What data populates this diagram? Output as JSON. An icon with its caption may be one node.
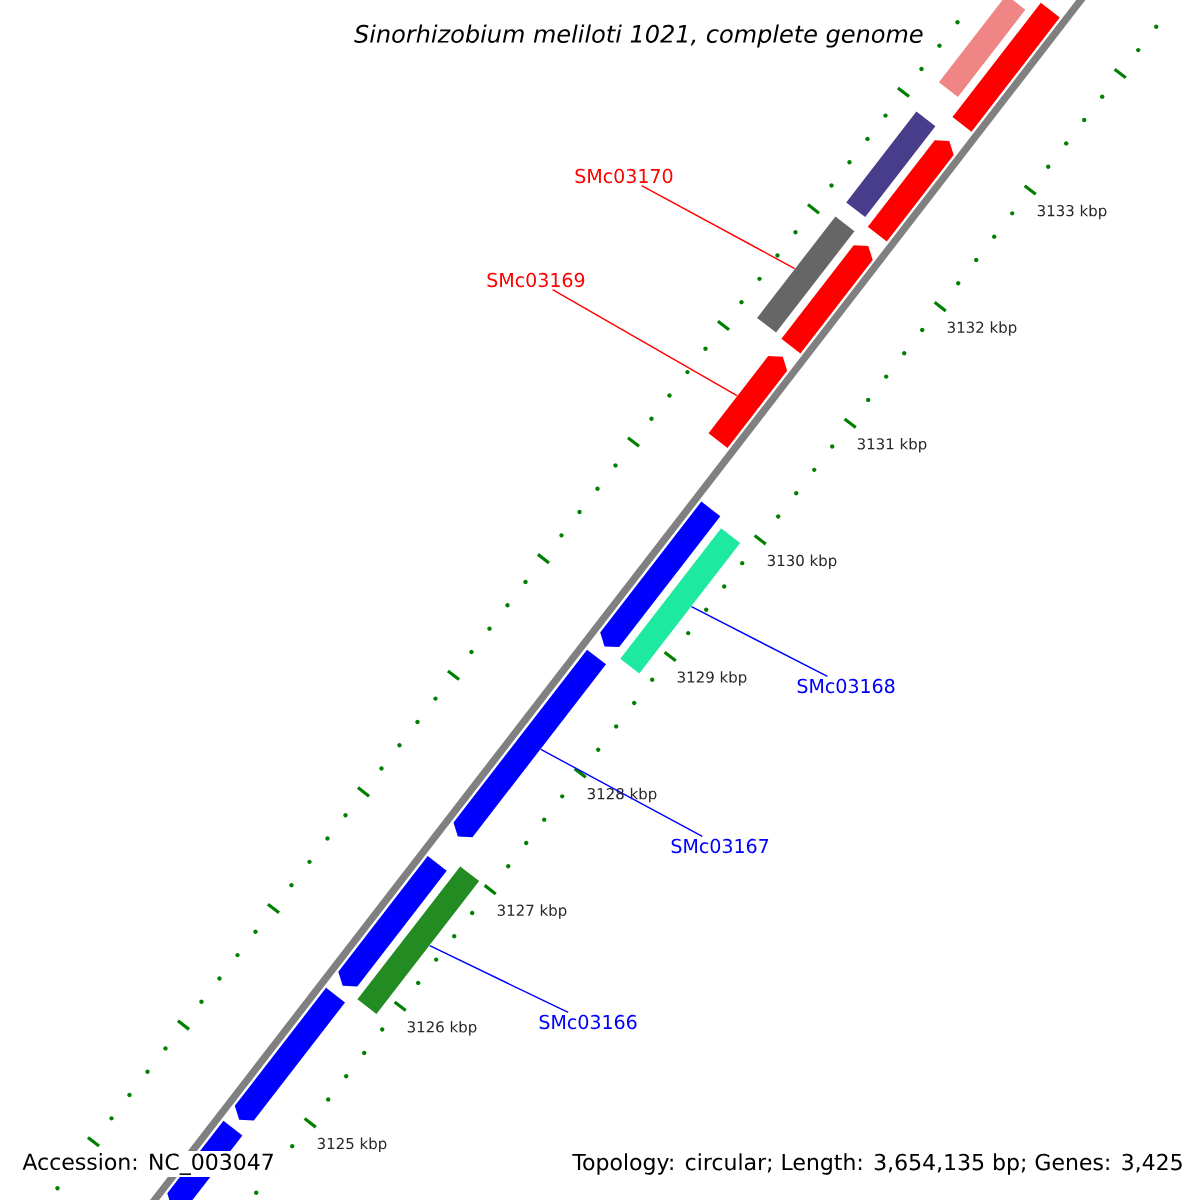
{
  "diagram": {
    "title": "Sinorhizobium meliloti 1021, complete genome",
    "nodes": [
      {
        "text": [
          "SMc03170"
        ]
      },
      {
        "text": [
          "SMc03169"
        ]
      },
      {
        "text": [
          "SMc03168"
        ]
      },
      {
        "text": [
          "SMc03167"
        ]
      },
      {
        "text": [
          "SMc03166"
        ]
      },
      {
        "text": [],
        "shape": "bar"
      },
      {
        "text": [],
        "shape": "bar"
      },
      {
        "text": [],
        "shape": "bar"
      },
      {
        "text": [],
        "shape": "arrow"
      },
      {
        "text": [],
        "shape": "bar"
      },
      {
        "text": [],
        "shape": "arrow"
      },
      {
        "text": [],
        "shape": "arrow"
      },
      {
        "text": [],
        "shape": "arrow"
      },
      {
        "text": [],
        "shape": "bar"
      },
      {
        "text": [],
        "shape": "arrow"
      },
      {
        "text": [],
        "shape": "bar"
      },
      {
        "text": [],
        "shape": "arrow"
      },
      {
        "text": [],
        "shape": "arrow"
      },
      {
        "text": [],
        "shape": "arrow"
      }
    ],
    "edges": [
      {
        "from": 0,
        "to": 9,
        "arrow": "none",
        "color": "#ff0000"
      },
      {
        "from": 1,
        "to": 11,
        "arrow": "none",
        "color": "#ff0000"
      },
      {
        "from": 2,
        "to": 13,
        "arrow": "none"
      },
      {
        "from": 3,
        "to": 14,
        "arrow": "none"
      },
      {
        "from": 4,
        "to": 15,
        "arrow": "none"
      }
    ],
    "labels": [
      "3133 kbp",
      "3132 kbp",
      "3131 kbp",
      "3130 kbp",
      "3129 kbp",
      "3128 kbp",
      "3127 kbp",
      "3126 kbp",
      "3125 kbp",
      "Accession: NC_003047",
      "Topology: circular; Length: 3,654,135 bp; Genes: 3,425"
    ]
  }
}
